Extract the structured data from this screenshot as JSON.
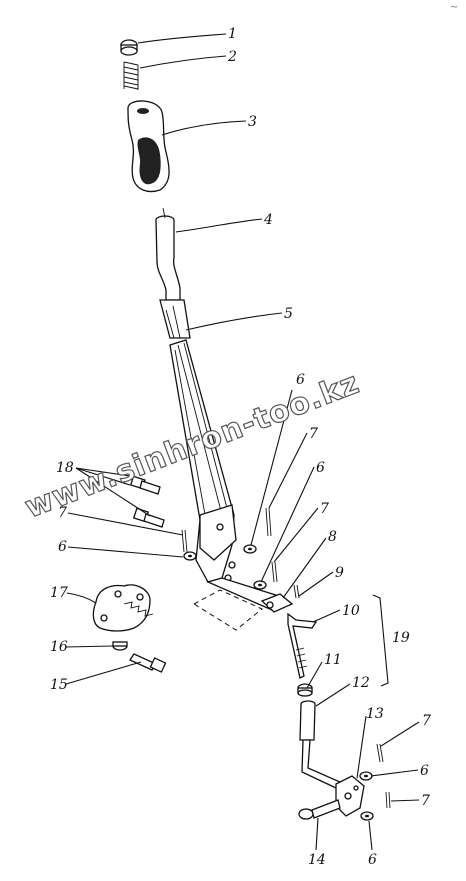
{
  "diagram": {
    "callouts": [
      "1",
      "2",
      "3",
      "4",
      "5",
      "6",
      "7",
      "6",
      "7",
      "8",
      "9",
      "10",
      "11",
      "12",
      "13",
      "7",
      "6",
      "7",
      "6",
      "14",
      "18",
      "7",
      "6",
      "17",
      "16",
      "15",
      "19"
    ],
    "watermark": "www.sinhron-too.kz",
    "corner_mark": "~"
  }
}
